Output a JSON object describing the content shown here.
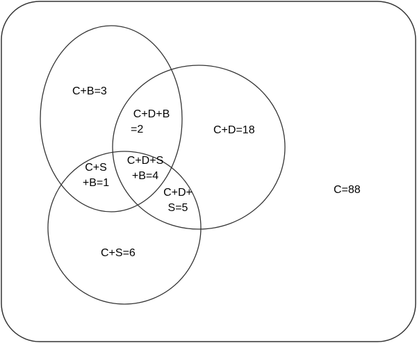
{
  "regions": {
    "cb": "C+B=3",
    "cdb": [
      "C+D+B",
      "=2"
    ],
    "cd": "C+D=18",
    "csb": [
      "C+S",
      "+B=1"
    ],
    "cdsb": [
      "C+D+S",
      "+B=4"
    ],
    "cds": [
      "C+D+",
      "S=5"
    ],
    "cs": "C+S=6",
    "c": "C=88"
  },
  "colors": {
    "line": "#333333",
    "background": "#ffffff"
  }
}
